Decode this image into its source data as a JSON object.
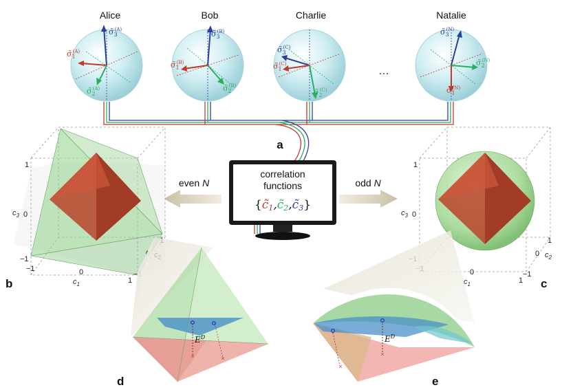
{
  "parties": [
    {
      "name": "Alice",
      "sup": "(A)"
    },
    {
      "name": "Bob",
      "sup": "(B)"
    },
    {
      "name": "Charlie",
      "sup": "(C)"
    },
    {
      "name": "Natalie",
      "sup": "(N)"
    }
  ],
  "sigma_symbol": "σ̃",
  "ellipsis": "…",
  "panels": {
    "a": "a",
    "b": "b",
    "c": "c",
    "d": "d",
    "e": "e"
  },
  "monitor": {
    "line1": "correlation",
    "line2": "functions",
    "brace_open": "{",
    "brace_close": "}",
    "c1": "c̃",
    "c2": "c̃",
    "c3": "c̃",
    "sub1": "1",
    "sub2": "2",
    "sub3": "3",
    "comma": ","
  },
  "arrows": {
    "left_prefix": "even ",
    "right_prefix": "odd ",
    "var": "N"
  },
  "axes": {
    "c1": "c",
    "c1_sub": "1",
    "c2": "c",
    "c2_sub": "2",
    "c3": "c",
    "c3_sub": "3",
    "pos_one": "1",
    "neg_one": "−1",
    "zero": "0"
  },
  "energy_label": "E",
  "energy_sup": "D",
  "colors": {
    "red": "#c0392b",
    "green": "#27ae60",
    "blue": "#2c3e9e",
    "sphere": "#bfe3ea",
    "octahedron": "#b8442a",
    "tetra": "#8fd48a",
    "plane": "#4a90c8",
    "pink": "#f2a9a4"
  }
}
